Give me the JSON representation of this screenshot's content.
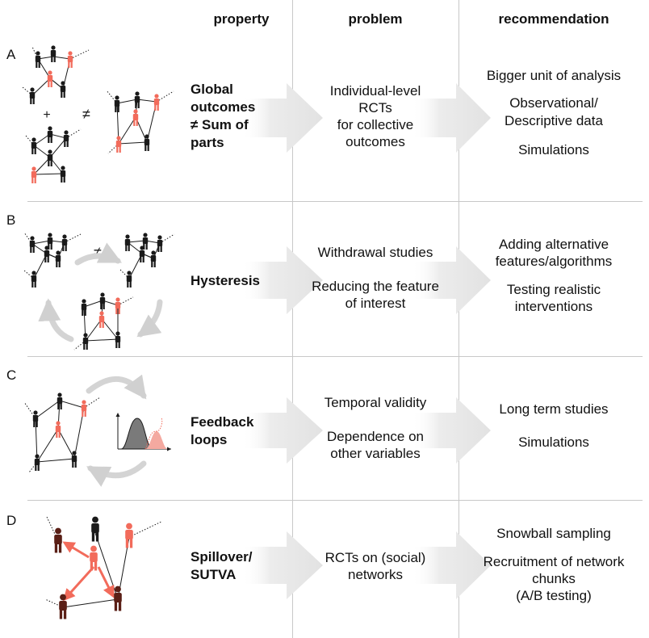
{
  "headers": {
    "property": "property",
    "problem": "problem",
    "recommendation": "recommendation"
  },
  "rows": [
    {
      "label": "A",
      "property": "Global outcomes ≠ Sum of parts",
      "property_lines": [
        "Global",
        "outcomes",
        "≠ Sum of",
        "parts"
      ],
      "problem_lines": [
        "Individual-level",
        "RCTs",
        "for collective",
        "outcomes"
      ],
      "recommendation_lines": [
        "Bigger unit of analysis",
        "",
        "Observational/",
        "Descriptive data",
        "",
        "Simulations"
      ],
      "symbols": {
        "plus": "+",
        "neq": "≠"
      }
    },
    {
      "label": "B",
      "property": "Hysteresis",
      "property_lines": [
        "Hysteresis"
      ],
      "problem_lines": [
        "Withdrawal studies",
        "",
        "Reducing the feature",
        "of interest"
      ],
      "recommendation_lines": [
        "Adding alternative",
        "features/algorithms",
        "",
        "Testing realistic",
        "interventions"
      ],
      "symbols": {
        "neq": "≠"
      }
    },
    {
      "label": "C",
      "property": "Feedback loops",
      "property_lines": [
        "Feedback",
        "loops"
      ],
      "problem_lines": [
        "Temporal validity",
        "",
        "Dependence on",
        "other variables"
      ],
      "recommendation_lines": [
        "Long term studies",
        "",
        "Simulations"
      ]
    },
    {
      "label": "D",
      "property": "Spillover/ SUTVA",
      "property_lines": [
        "Spillover/",
        "SUTVA"
      ],
      "problem_lines": [
        "RCTs on (social)",
        "networks"
      ],
      "recommendation_lines": [
        "Snowball sampling",
        "",
        "Recruitment of network",
        "chunks",
        "(A/B testing)"
      ]
    }
  ],
  "colors": {
    "black": "#1a1a1a",
    "red": "#f26b5b",
    "dark_red": "#5a1f16",
    "grey_arrow": "#e8e8e8",
    "line": "#c8c8c8"
  }
}
